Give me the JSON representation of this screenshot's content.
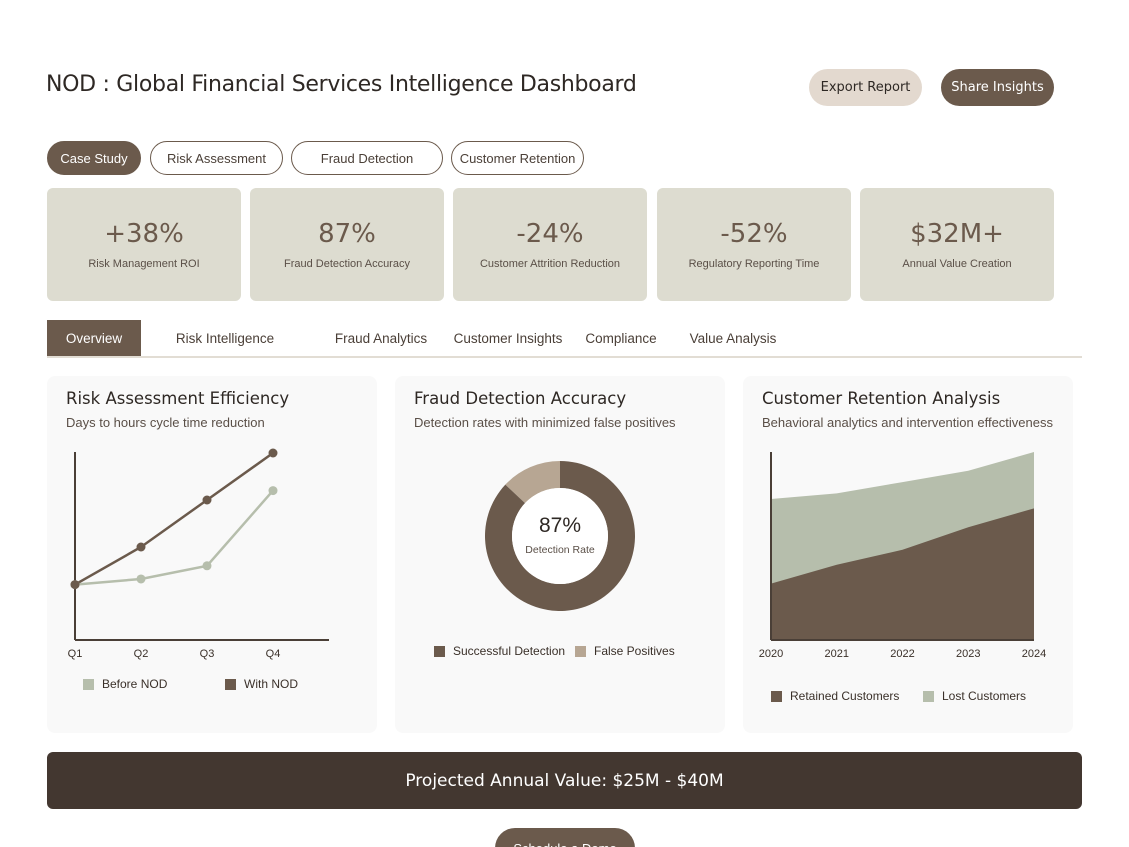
{
  "header": {
    "title": "NOD : Global Financial Services Intelligence Dashboard",
    "export_label": "Export Report",
    "share_label": "Share Insights"
  },
  "pills": [
    "Case Study",
    "Risk Assessment",
    "Fraud Detection",
    "Customer Retention"
  ],
  "kpis": [
    {
      "value": "+38%",
      "label": "Risk Management ROI"
    },
    {
      "value": "87%",
      "label": "Fraud Detection Accuracy"
    },
    {
      "value": "-24%",
      "label": "Customer Attrition Reduction"
    },
    {
      "value": "-52%",
      "label": "Regulatory Reporting Time"
    },
    {
      "value": "$32M+",
      "label": "Annual Value Creation"
    }
  ],
  "tabs": [
    "Overview",
    "Risk Intelligence",
    "Fraud Analytics",
    "Customer Insights",
    "Compliance",
    "Value Analysis"
  ],
  "colors": {
    "brown": "#6b5a4c",
    "sage": "#b6beac",
    "tan": "#b7a693",
    "kpi_bg": "#dddcd0",
    "banner_bg": "#433730"
  },
  "cards": {
    "risk": {
      "title": "Risk Assessment Efficiency",
      "subtitle": "Days to hours cycle time reduction"
    },
    "fraud": {
      "title": "Fraud Detection Accuracy",
      "subtitle": "Detection rates with minimized false positives",
      "center_value": "87%",
      "center_label": "Detection Rate"
    },
    "retention": {
      "title": "Customer Retention Analysis",
      "subtitle": "Behavioral analytics and intervention effectiveness"
    }
  },
  "chart_data": [
    {
      "type": "line",
      "categories": [
        "Q1",
        "Q2",
        "Q3",
        "Q4"
      ],
      "ylim": [
        0,
        100
      ],
      "series": [
        {
          "name": "Before NOD",
          "values": [
            30,
            33,
            40,
            80
          ]
        },
        {
          "name": "With NOD",
          "values": [
            30,
            50,
            75,
            100
          ]
        }
      ]
    },
    {
      "type": "pie",
      "donut": true,
      "series": [
        {
          "name": "Successful Detection",
          "value": 87
        },
        {
          "name": "False Positives",
          "value": 13
        }
      ]
    },
    {
      "type": "area",
      "categories": [
        "2020",
        "2021",
        "2022",
        "2023",
        "2024"
      ],
      "ylim": [
        0,
        100
      ],
      "stacked": true,
      "series": [
        {
          "name": "Retained Customers",
          "values": [
            30,
            40,
            48,
            60,
            70
          ]
        },
        {
          "name": "Lost Customers",
          "values": [
            45,
            38,
            36,
            30,
            30
          ]
        }
      ]
    }
  ],
  "banner": "Projected Annual Value: $25M - $40M",
  "cta_label": "Schedule a Demo"
}
